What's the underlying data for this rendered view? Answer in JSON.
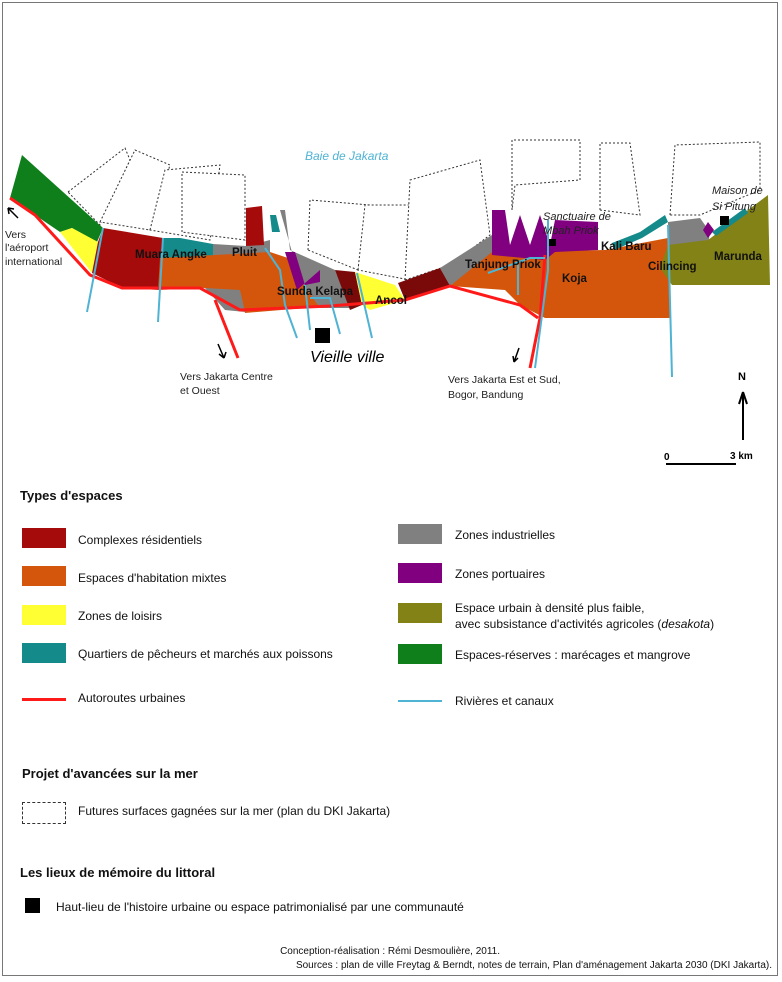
{
  "map": {
    "sea_label": "Baie de Jakarta",
    "places": [
      "Muara Angke",
      "Pluit",
      "Sunda Kelapa",
      "Ancol",
      "Tanjung Priok",
      "Koja",
      "Kali Baru",
      "Cilincing",
      "Marunda"
    ],
    "old_town": "Vieille ville",
    "landmark_1": [
      "Sanctuaire de",
      "Mbah Priok"
    ],
    "landmark_2": [
      "Maison de",
      "Si Pitung"
    ],
    "to_airport": [
      "Vers",
      "l'aéroport",
      "international"
    ],
    "to_center": [
      "Vers Jakarta Centre",
      "et Ouest"
    ],
    "to_east": [
      "Vers Jakarta Est et Sud,",
      "Bogor, Bandung"
    ],
    "north": "N",
    "scale_start": "0",
    "scale_end": "3 km"
  },
  "colors": {
    "residential": "#a50b0b",
    "mixed": "#d4560c",
    "leisure": "#ffff33",
    "fishing": "#148a8a",
    "industrial": "#808080",
    "port": "#800080",
    "desakota": "#828217",
    "reserve": "#0f7f1c",
    "highway": "#ff1a1a",
    "river": "#4fb3d3",
    "dark_res": "#7a0a0a"
  },
  "legend": {
    "types_title": "Types d'espaces",
    "items": [
      {
        "label": "Complexes résidentiels"
      },
      {
        "label": "Espaces d'habitation mixtes"
      },
      {
        "label": "Zones de loisirs"
      },
      {
        "label": "Quartiers de pêcheurs et marchés aux poissons"
      },
      {
        "label": "Autoroutes urbaines"
      },
      {
        "label": "Zones industrielles"
      },
      {
        "label": "Zones portuaires"
      },
      {
        "label": "Espace urbain à densité plus faible,",
        "label2": "avec subsistance d'activités agricoles (",
        "label2_em": "desakota",
        "label2_end": ")"
      },
      {
        "label": "Espaces-réserves : marécages et mangrove"
      },
      {
        "label": "Rivières et canaux"
      }
    ],
    "project_title": "Projet d'avancées sur la mer",
    "project_item": "Futures surfaces gagnées sur la mer (plan du DKI Jakarta)",
    "memory_title": "Les lieux de mémoire du littoral",
    "memory_item": "Haut-lieu de l'histoire urbaine ou espace patrimonialisé par une communauté"
  },
  "footer": {
    "credit": "Conception-réalisation : Rémi Desmoulière, 2011.",
    "sources": "Sources : plan de ville Freytag & Berndt, notes de terrain, Plan d'aménagement Jakarta 2030 (DKI Jakarta)."
  }
}
